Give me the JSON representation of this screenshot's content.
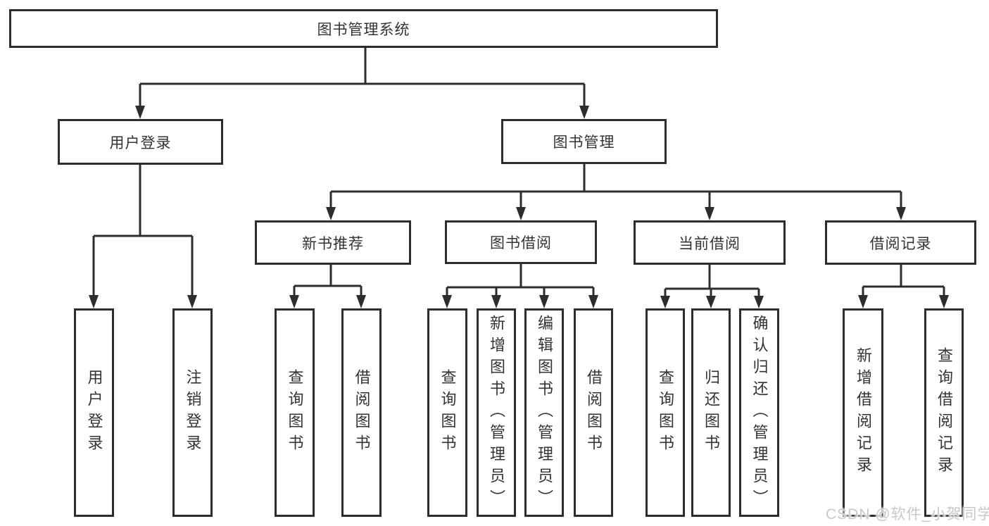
{
  "diagram": {
    "nodes": {
      "root": "图书管理系统",
      "user_login": "用户登录",
      "book_management": "图书管理",
      "new_book_recommend": "新书推荐",
      "book_borrow": "图书借阅",
      "current_borrow": "当前借阅",
      "borrow_record": "借阅记录"
    },
    "leaves": {
      "user_login": [
        "用户登录",
        "注销登录"
      ],
      "new_book_recommend": [
        "查询图书",
        "借阅图书"
      ],
      "book_borrow": [
        "查询图书",
        "新增图书（管理员）",
        "编辑图书（管理员）",
        "借阅图书"
      ],
      "current_borrow": [
        "查询图书",
        "归还图书",
        "确认归还（管理员）"
      ],
      "borrow_record": [
        "新增借阅记录",
        "查询借阅记录"
      ]
    }
  },
  "watermark": {
    "text": "CSDN @软件_小贺同学"
  },
  "colors": {
    "line": "#2d2d2d",
    "border": "#2d2d2d",
    "text": "#333333",
    "watermark": "#c8c8c8",
    "background": "#ffffff"
  }
}
